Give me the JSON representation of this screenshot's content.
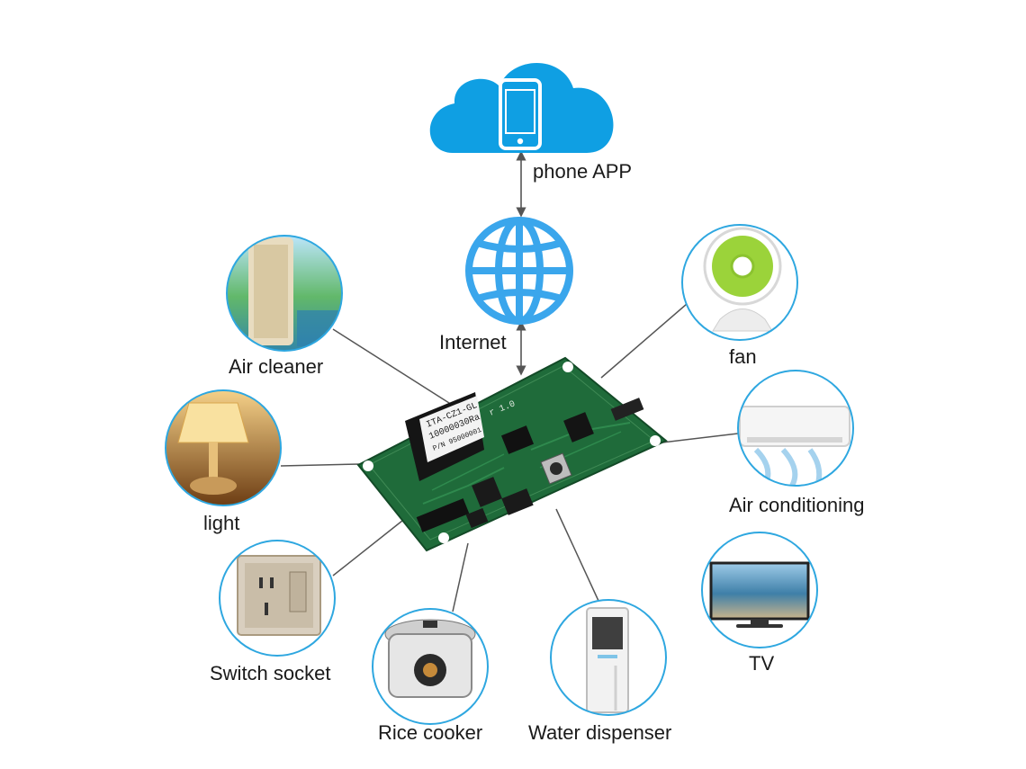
{
  "labels": {
    "phone_app": "phone APP",
    "internet": "Internet",
    "air_cleaner": "Air cleaner",
    "fan": "fan",
    "light": "light",
    "air_conditioning": "Air conditioning",
    "switch_socket": "Switch socket",
    "tv": "TV",
    "rice_cooker": "Rice cooker",
    "water_dispenser": "Water dispenser"
  },
  "board_text": {
    "relay_line1": "ITA-CZ1-GL",
    "relay_line2": "10000030Ra",
    "relay_line3": "P/N 95000001",
    "silk": "r 1.0"
  },
  "colors": {
    "cloud": "#0f9fe3",
    "globe": "#3aa6ec",
    "circle_border": "#2ea7e0",
    "connector": "#555555",
    "pcb": "#1f6b3a"
  },
  "icons": [
    "cloud-icon",
    "smartphone-icon",
    "globe-icon"
  ]
}
